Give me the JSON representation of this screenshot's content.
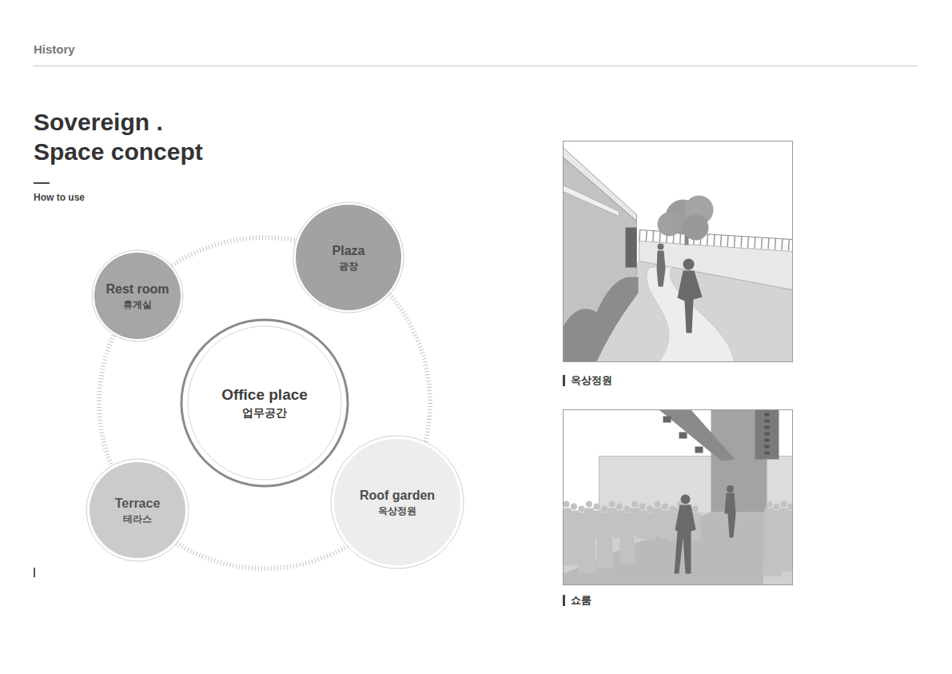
{
  "diagram": {
    "title": "Sovereign . Space concept",
    "nodes": [
      {
        "text": [
          "Plaza",
          "광장"
        ]
      },
      {
        "text": [
          "Rest room",
          "휴게실"
        ]
      },
      {
        "text": [
          "Office place",
          "업무공간"
        ]
      },
      {
        "text": [
          "Terrace",
          "테라스"
        ]
      },
      {
        "text": [
          "Roof garden",
          "옥상정원"
        ]
      }
    ],
    "labels": [
      "History",
      "How to use",
      "옥상정원",
      "쇼룸"
    ]
  }
}
